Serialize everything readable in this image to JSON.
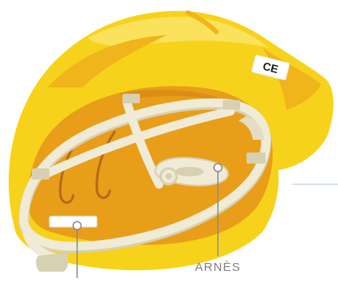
{
  "figure": {
    "subject": "safety-helmet-underside",
    "colors": {
      "shell": "#F7D21B",
      "shell_shade": "#EFB51A",
      "shell_light": "#FBE25C",
      "inner": "#E89E19",
      "inner_dark": "#DB8E14",
      "harness": "#EFEBD7",
      "harness_shadow": "#D7D0B2",
      "leader_line": "#8A8A8A",
      "guide_line": "#C9D7E3"
    }
  },
  "mark": {
    "text": "CE"
  },
  "callouts": {
    "harness_label": "ARNÈS"
  }
}
